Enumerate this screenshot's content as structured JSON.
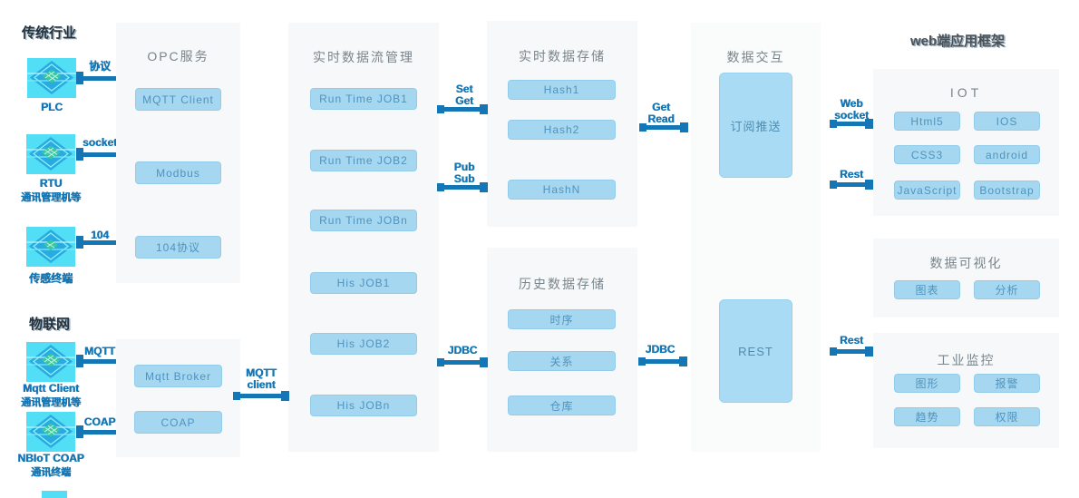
{
  "headings": {
    "traditional_industry": "传统行业",
    "iot_network": "物联网",
    "web_app": "web端应用框架"
  },
  "devices": [
    {
      "label": "PLC",
      "sub": "",
      "protocol": "协议"
    },
    {
      "label": "RTU",
      "sub": "通讯管理机等",
      "protocol": "socket"
    },
    {
      "label": "传感终端",
      "sub": "",
      "protocol": "104"
    },
    {
      "label": "Mqtt Client",
      "sub": "通讯管理机等",
      "protocol": "MQTT"
    },
    {
      "label": "NBIoT COAP",
      "sub": "通讯终端",
      "protocol": "COAP"
    }
  ],
  "panels": {
    "opc": {
      "title": "OPC服务",
      "items": [
        "MQTT Client",
        "Modbus",
        "104协议"
      ]
    },
    "iot_gateway": {
      "items": [
        "Mqtt Broker",
        "COAP"
      ]
    },
    "stream": {
      "title": "实时数据流管理",
      "items": [
        "Run Time JOB1",
        "Run Time JOB2",
        "Run Time JOBn",
        "His JOB1",
        "His JOB2",
        "His JOBn"
      ]
    },
    "realtime_storage": {
      "title": "实时数据存储",
      "items": [
        "Hash1",
        "Hash2",
        "HashN"
      ]
    },
    "history_storage": {
      "title": "历史数据存储",
      "items": [
        "时序",
        "关系",
        "仓库"
      ]
    },
    "interaction": {
      "title": "数据交互",
      "subscribe_box": "订阅推送",
      "rest_box": "REST"
    },
    "web_iot": {
      "title": "IOT",
      "items": [
        "Html5",
        "IOS",
        "CSS3",
        "android",
        "JavaScript",
        "Bootstrap"
      ]
    },
    "visualization": {
      "title": "数据可视化",
      "items": [
        "图表",
        "分析"
      ]
    },
    "monitoring": {
      "title": "工业监控",
      "items": [
        "图形",
        "报警",
        "趋势",
        "权限"
      ]
    }
  },
  "connectors": {
    "set_get": {
      "line1": "Set",
      "line2": "Get"
    },
    "pub_sub": {
      "line1": "Pub",
      "line2": "Sub"
    },
    "get_read": {
      "line1": "Get",
      "line2": "Read"
    },
    "jdbc_left": {
      "line1": "JDBC"
    },
    "jdbc_right": {
      "line1": "JDBC"
    },
    "mqtt_client": {
      "line1": "MQTT",
      "line2": "client"
    },
    "web_socket": {
      "line1": "Web",
      "line2": "socket"
    },
    "rest_top": {
      "line1": "Rest"
    },
    "rest_bottom": {
      "line1": "Rest"
    }
  },
  "colors": {
    "accent": "#1476b4",
    "device_fill": "#52def5",
    "device_diamond": "#28abe0",
    "panel_bg": "#f7f8f9",
    "button_bg": "#a6d7f0",
    "button_text": "#4f93bd",
    "heading_text": "#25323c",
    "title_text": "#78858c"
  }
}
